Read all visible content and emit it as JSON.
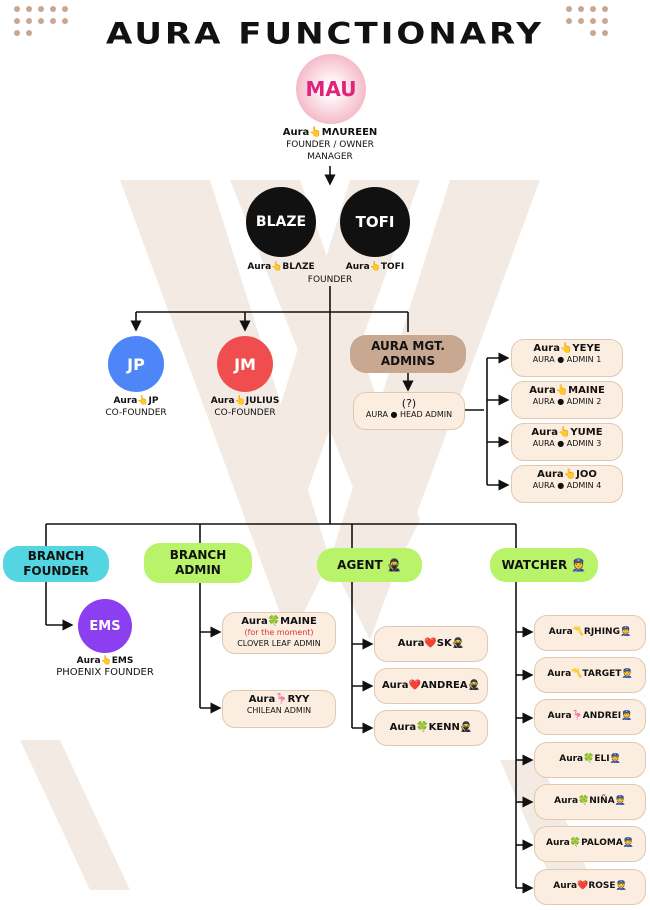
{
  "title": "AURA FUNCTIONARY",
  "colors": {
    "header_brown": "#c9a892",
    "header_cyan": "#53d6e2",
    "header_green": "#b8f36a",
    "pill_bg": "#fbeee0",
    "line": "#111111"
  },
  "owner": {
    "logo_text": "MAU",
    "name": "Aura👆MΛUREEN",
    "role1": "FOUNDER / OWNER",
    "role2": "MANAGER"
  },
  "founders": {
    "blaze": {
      "logo_text": "BLAZE",
      "name": "Aura👆BLΛZE"
    },
    "tofi": {
      "logo_text": "TOFI",
      "name": "Aura👆TOFI"
    },
    "role": "FOUNDER"
  },
  "cofounders": {
    "jp": {
      "logo_text": "JP",
      "name": "Aura👆JP",
      "role": "CO-FOUNDER"
    },
    "julius": {
      "logo_text": "JM",
      "name": "Aura👆JULIUS",
      "role": "CO-FOUNDER"
    }
  },
  "admins": {
    "header": "AURA MGT. ADMINS",
    "head": {
      "name": "(?)",
      "role": "AURA ● HEAD ADMIN"
    },
    "items": [
      {
        "name": "Aura👆YEYE",
        "role": "AURA ● ADMIN 1"
      },
      {
        "name": "Aura👆MAINE",
        "role": "AURA ● ADMIN 2"
      },
      {
        "name": "Aura👆YUME",
        "role": "AURA ● ADMIN 3"
      },
      {
        "name": "Aura👆JOO",
        "role": "AURA ● ADMIN 4"
      }
    ]
  },
  "branch_founder": {
    "header": "BRANCH FOUNDER",
    "logo_text": "EMS",
    "name": "Aura👆EMS",
    "role": "PHOENIX FOUNDER"
  },
  "branch_admin": {
    "header": "BRANCH ADMIN",
    "items": [
      {
        "name": "Aura🍀MAINE",
        "note": "(for the moment)",
        "role": "CLOVER LEAF ADMIN"
      },
      {
        "name": "Aura🦩RYY",
        "role": "CHILEAN ADMIN"
      }
    ]
  },
  "agent": {
    "header": "AGENT 🥷",
    "items": [
      {
        "name": "Aura❤️SK🥷"
      },
      {
        "name": "Aura❤️ANDREA🥷"
      },
      {
        "name": "Aura🍀KENN🥷"
      }
    ]
  },
  "watcher": {
    "header": "WATCHER 👮",
    "items": [
      {
        "name": "Aura〽️RJHING👮"
      },
      {
        "name": "Aura〽️TARGET👮"
      },
      {
        "name": "Aura🦩ANDREI👮"
      },
      {
        "name": "Aura🍀ELI👮"
      },
      {
        "name": "Aura🍀NIÑA👮"
      },
      {
        "name": "Aura🍀PALOMA👮"
      },
      {
        "name": "Aura❤️ROSE👮"
      }
    ]
  }
}
